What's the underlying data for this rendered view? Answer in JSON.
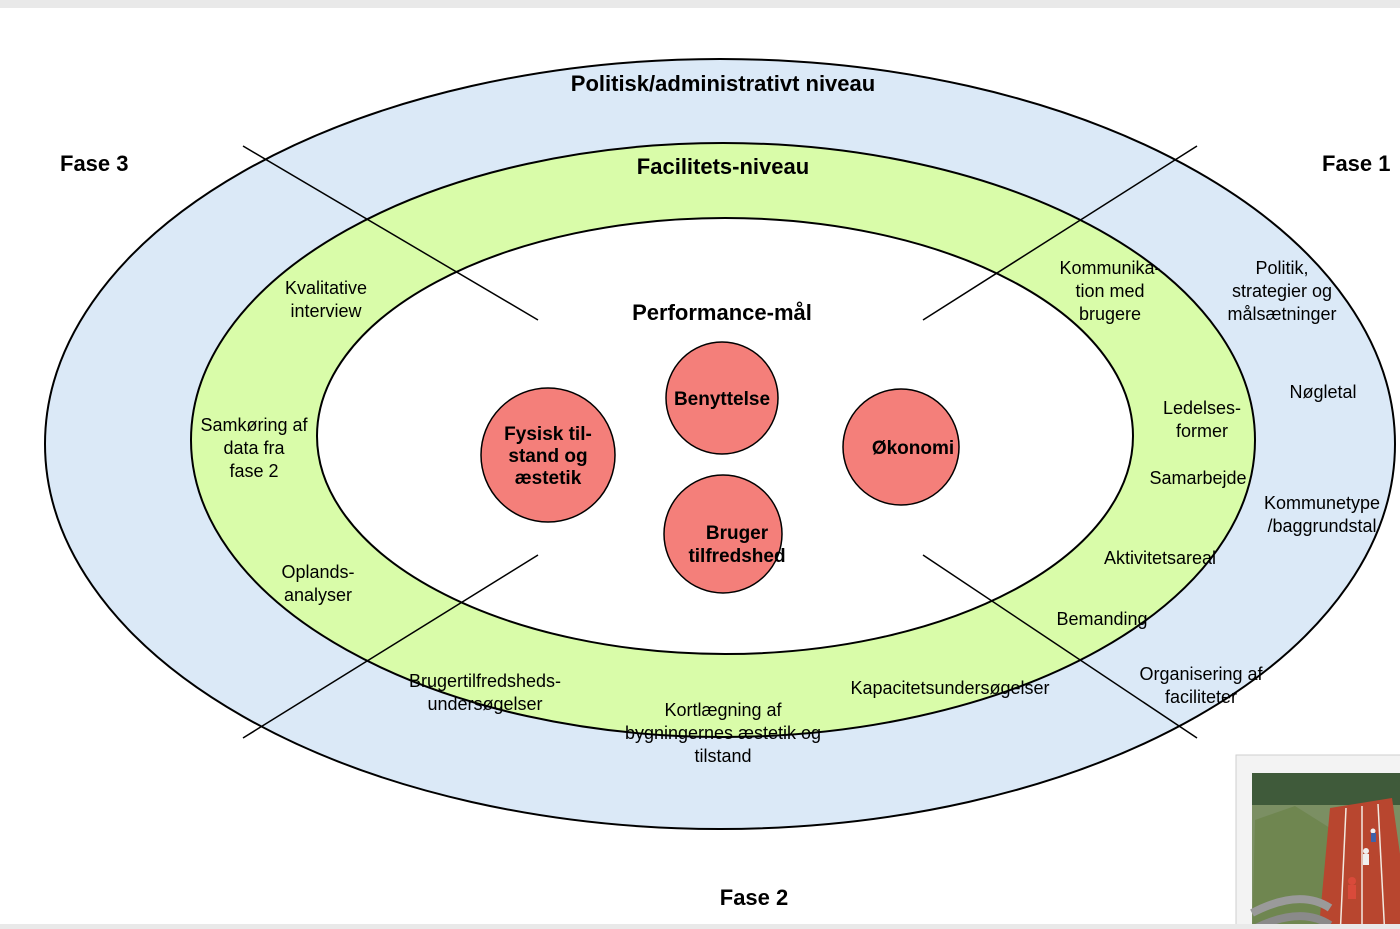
{
  "phases": {
    "fase1": "Fase 1",
    "fase2": "Fase 2",
    "fase3": "Fase 3"
  },
  "levels": {
    "outer": "Politisk/administrativt niveau",
    "middle": "Facilitets-niveau",
    "inner": "Performance-mål"
  },
  "performance_goals": {
    "benyttelse": [
      "Benyttelse"
    ],
    "fysisk": [
      "Fysisk til-",
      "stand og",
      "æstetik"
    ],
    "okonomi": [
      "Økonomi"
    ],
    "bruger": [
      "Bruger",
      "tilfredshed"
    ]
  },
  "facility_items": {
    "kommunikation": [
      "Kommunika-",
      "tion med",
      "brugere"
    ],
    "ledelsesformer": [
      "Ledelses-",
      "former"
    ],
    "samarbejde": [
      "Samarbejde"
    ],
    "aktivitetsareal": [
      "Aktivitetsareal"
    ],
    "bemanding": [
      "Bemanding"
    ],
    "kvalitative": [
      "Kvalitative",
      "interview"
    ],
    "samkoring": [
      "Samkøring af",
      "data fra",
      "fase 2"
    ],
    "oplands": [
      "Oplands-",
      "analyser"
    ],
    "brugertilfredsheds": [
      "Brugertilfredsheds-",
      "undersøgelser"
    ],
    "kortlaegning": [
      "Kortlægning af",
      "bygningernes æstetik og",
      "tilstand"
    ],
    "kapacitet": [
      "Kapacitetsundersøgelser"
    ]
  },
  "political_items": {
    "politik": [
      "Politik,",
      "strategier og",
      "målsætninger"
    ],
    "nogletal": [
      "Nøgletal"
    ],
    "kommunetype": [
      "Kommunetype",
      "/baggrundstal"
    ],
    "organisering": [
      "Organisering af",
      "faciliteter"
    ]
  },
  "colors": {
    "outer_ring": "#dbe9f7",
    "middle_ring": "#d9fca9",
    "inner_area": "#ffffff",
    "goal_circle": "#f47f7a",
    "stroke": "#000000"
  }
}
